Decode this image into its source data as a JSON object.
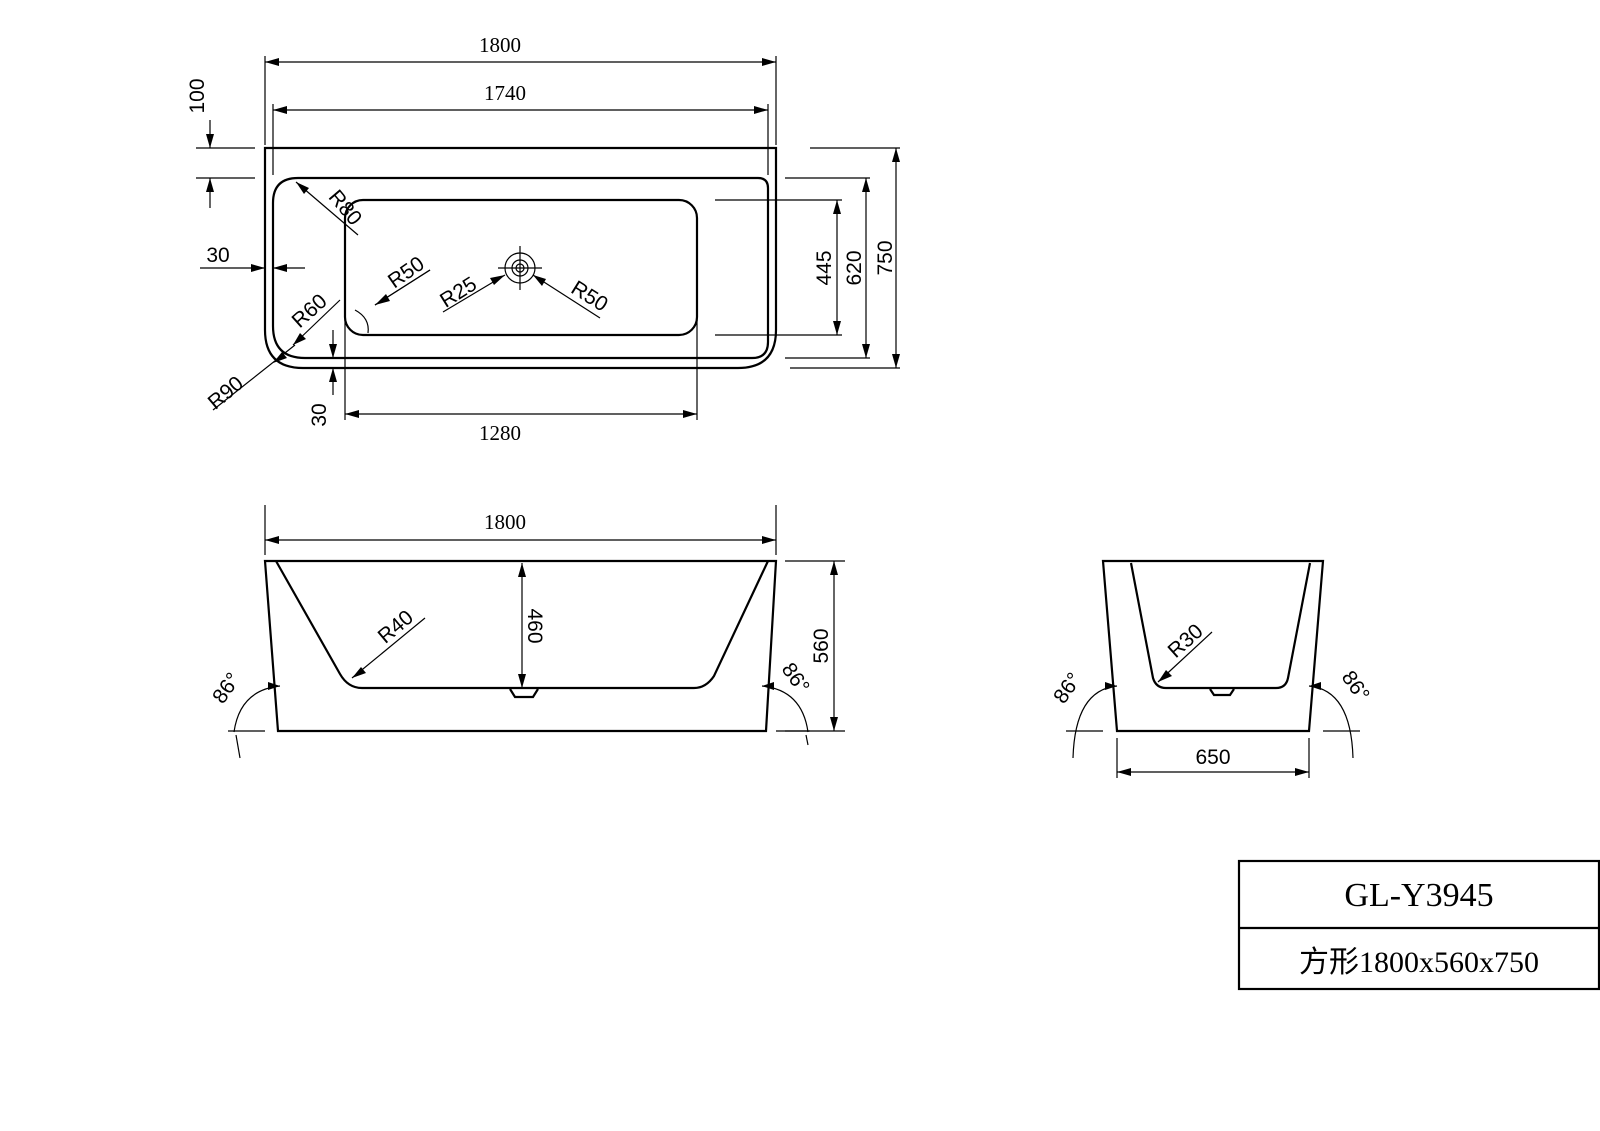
{
  "top_view": {
    "overall_length": "1800",
    "rim_length": "1740",
    "inner_basin_length": "1280",
    "overall_width": "750",
    "rim_width": "620",
    "inner_basin_width": "445",
    "back_ledge": "100",
    "side_wall": "30",
    "front_wall": "30",
    "radius_corner_rim": "R80",
    "radius_basin": "R50",
    "radius_rim_inner": "R60",
    "radius_outer": "R90",
    "radius_drain": "R25",
    "radius_drain_outer": "R50"
  },
  "front_view": {
    "length": "1800",
    "height": "560",
    "inner_depth": "460",
    "inner_radius": "R40",
    "angle_left": "86°",
    "angle_right": "86°"
  },
  "side_view": {
    "width": "650",
    "inner_radius": "R30",
    "angle_left": "86°",
    "angle_right": "86°"
  },
  "title_block": {
    "model": "GL-Y3945",
    "description": "方形1800x560x750"
  }
}
